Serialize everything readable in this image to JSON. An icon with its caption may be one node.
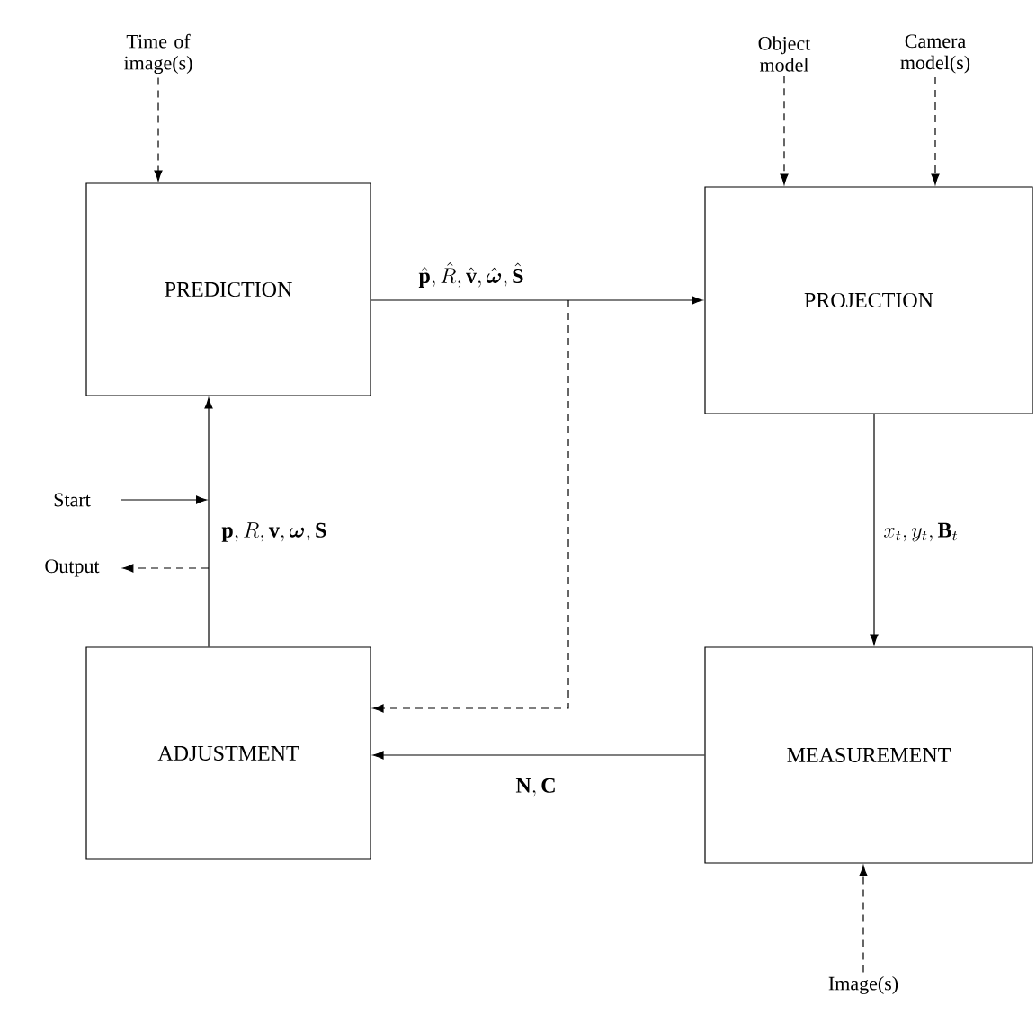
{
  "diagram": {
    "nodes": [
      {
        "text": [
          "Time of image(s)"
        ]
      },
      {
        "text": [
          "Object model"
        ]
      },
      {
        "text": [
          "Camera model(s)"
        ]
      },
      {
        "text": [
          "PREDICTION"
        ]
      },
      {
        "text": [
          "PROJECTION"
        ]
      },
      {
        "text": [
          "ADJUSTMENT"
        ]
      },
      {
        "text": [
          "MEASUREMENT"
        ]
      },
      {
        "text": [
          "Start"
        ]
      },
      {
        "text": [
          "Output"
        ]
      },
      {
        "text": [
          "Image(s)"
        ]
      }
    ],
    "edges": [
      {
        "from": 0,
        "to": 3,
        "arrow": "to",
        "style": "dashed"
      },
      {
        "from": 1,
        "to": 4,
        "arrow": "to",
        "style": "dashed"
      },
      {
        "from": 2,
        "to": 4,
        "arrow": "to",
        "style": "dashed"
      },
      {
        "from": 3,
        "to": 4,
        "arrow": "to",
        "label": "\\hat{\\mathbf{p}}, \\hat{R}, \\hat{\\mathbf{v}}, \\hat{\\boldsymbol{\\omega}}, \\hat{\\mathbf{S}}"
      },
      {
        "from": 4,
        "to": 6,
        "arrow": "to",
        "label": "x_t, y_t, \\mathbf{B}_t"
      },
      {
        "from": 6,
        "to": 5,
        "arrow": "to",
        "label": "\\mathbf{N}, \\mathbf{C}"
      },
      {
        "from": 5,
        "to": 3,
        "arrow": "to",
        "label": "\\mathbf{p}, R, \\mathbf{v}, \\boldsymbol{\\omega}, \\mathbf{S}"
      },
      {
        "from": 7,
        "to": null,
        "arrow": "to"
      },
      {
        "from": null,
        "to": 8,
        "arrow": "to",
        "style": "dashed"
      },
      {
        "from": null,
        "to": 5,
        "arrow": "to",
        "style": "dashed"
      },
      {
        "from": 9,
        "to": 6,
        "arrow": "to",
        "style": "dashed"
      }
    ]
  }
}
